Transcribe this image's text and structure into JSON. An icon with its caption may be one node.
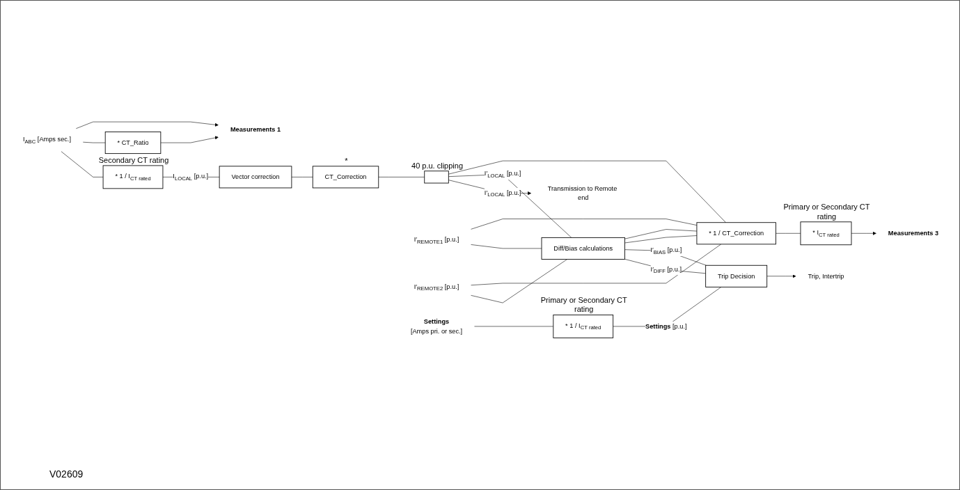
{
  "diagram": {
    "nodes": [
      {
        "text": [
          "I$_{ABC}$ [Amps sec.]"
        ]
      },
      {
        "text": [
          "* 1 / I$_{CT rated}$"
        ],
        "beside": [
          "Secondary CT rating"
        ]
      },
      {
        "text": [
          "Vector correction"
        ]
      },
      {
        "text": [
          "CT_Correction"
        ],
        "beside": [
          "*"
        ]
      },
      {
        "text": [],
        "shape": "box",
        "beside": [
          "40 p.u. clipping"
        ]
      },
      {
        "text": [
          "Transmission to Remote end"
        ]
      },
      {
        "text": [
          "* CT_Ratio"
        ]
      },
      {
        "text": [
          "Measurements 1"
        ]
      },
      {
        "text": [
          "I′$_{REMOTE1}$ [p.u.]"
        ]
      },
      {
        "text": [
          "I′$_{REMOTE2}$ [p.u.]"
        ]
      },
      {
        "text": [
          "Diff/Bias calculations"
        ]
      },
      {
        "text": [
          "Trip Decision"
        ]
      },
      {
        "text": [
          "Trip, Intertrip"
        ]
      },
      {
        "text": [
          "* 1 /  CT_Correction"
        ]
      },
      {
        "text": [
          "* I$_{CT rated}$"
        ],
        "beside": [
          "Primary or Secondary CT rating"
        ]
      },
      {
        "text": [
          "Measurements 3"
        ]
      },
      {
        "text": [
          "Settings",
          "[Amps pri. or sec.]"
        ]
      },
      {
        "text": [
          "* 1 / I$_{CT rated}$"
        ],
        "beside": [
          "Primary or Secondary CT rating"
        ]
      }
    ],
    "edges": [
      {
        "from": 0,
        "to": 1,
        "arrow": "none"
      },
      {
        "from": 1,
        "to": 2,
        "arrow": "none",
        "label": "I$_{LOCAL}$ [p.u.]"
      },
      {
        "from": 2,
        "to": 3,
        "arrow": "none"
      },
      {
        "from": 3,
        "to": 4,
        "arrow": "none"
      },
      {
        "from": 4,
        "to": 5,
        "arrow": "to",
        "label": "I′$_{LOCAL}$ [p.u.]"
      },
      {
        "from": 0,
        "to": 6,
        "arrow": "none"
      },
      {
        "from": 6,
        "to": 7,
        "arrow": "to"
      },
      {
        "from": 0,
        "to": 7,
        "arrow": "to"
      },
      {
        "from": 4,
        "to": 10,
        "arrow": "none",
        "label": "I′$_{LOCAL}$ [p.u.]"
      },
      {
        "from": 8,
        "to": 10,
        "arrow": "none"
      },
      {
        "from": 9,
        "to": 10,
        "arrow": "none"
      },
      {
        "from": 10,
        "to": 11,
        "arrow": "none",
        "label": "I′$_{DIFF}$ [p.u.]"
      },
      {
        "from": 10,
        "to": 11,
        "arrow": "none",
        "label": "I′$_{BIAS}$ [p.u.]"
      },
      {
        "from": 11,
        "to": 12,
        "arrow": "to"
      },
      {
        "from": 4,
        "to": 13,
        "arrow": "none"
      },
      {
        "from": 8,
        "to": 13,
        "arrow": "none"
      },
      {
        "from": 9,
        "to": 13,
        "arrow": "none"
      },
      {
        "from": 10,
        "to": 13,
        "arrow": "none"
      },
      {
        "from": 10,
        "to": 13,
        "arrow": "none"
      },
      {
        "from": 13,
        "to": 14,
        "arrow": "none"
      },
      {
        "from": 14,
        "to": 15,
        "arrow": "to"
      },
      {
        "from": 16,
        "to": 17,
        "arrow": "none"
      },
      {
        "from": 17,
        "to": 11,
        "arrow": "none",
        "label": "**Settings** [p.u.]"
      }
    ],
    "labels": [
      "V02609"
    ]
  }
}
